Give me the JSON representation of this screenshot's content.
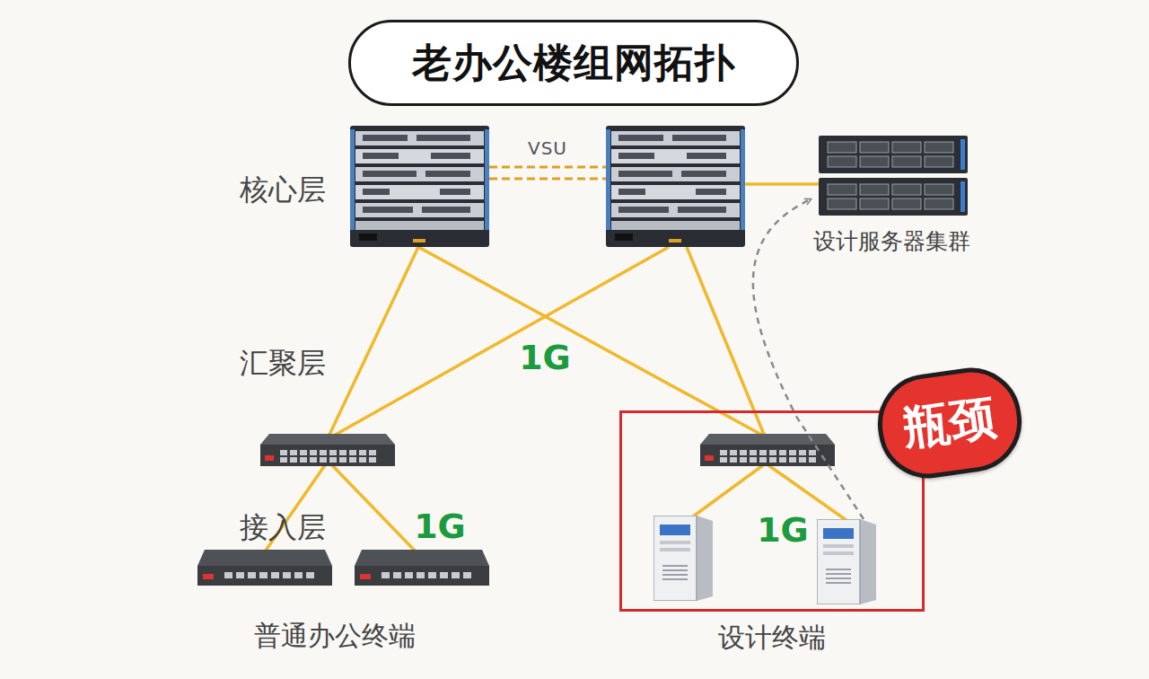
{
  "diagram": {
    "title": "老办公楼组网拓扑",
    "nodes": [
      {
        "text": [
          "设计服务器集群"
        ]
      },
      {
        "text": [
          "瓶颈"
        ]
      },
      {
        "text": [
          "设计终端"
        ]
      }
    ],
    "edges": [
      {
        "from": 2,
        "to": 0,
        "arrow": "to"
      }
    ],
    "labels": [
      "VSU",
      "核心层",
      "1G",
      "汇聚层",
      "接入层",
      "1G",
      "1G",
      "普通办公终端"
    ]
  }
}
